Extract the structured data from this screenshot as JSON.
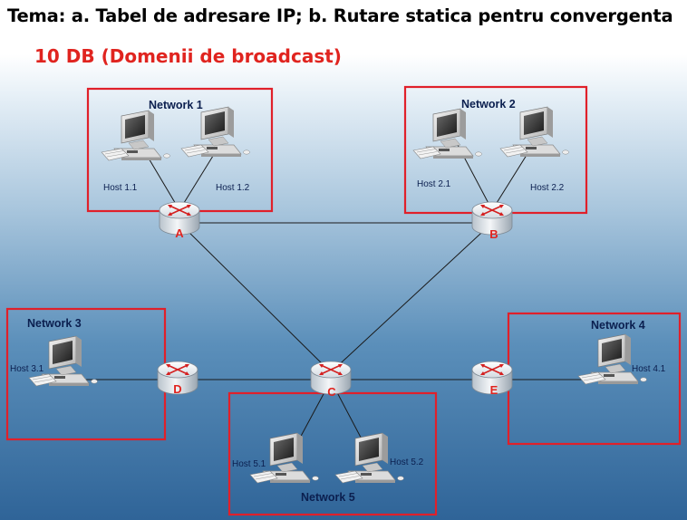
{
  "header": {
    "title": "Tema: a. Tabel de adresare IP; b. Rutare statica pentru convergenta",
    "subtitle": "10 DB (Domenii de broadcast)"
  },
  "colors": {
    "box_border": "#e0202a",
    "router_label": "#e0241f",
    "network_label": "#0b1f4f",
    "link_line": "#1a1a1a"
  },
  "routers": [
    {
      "id": "router-a",
      "label": "A"
    },
    {
      "id": "router-b",
      "label": "B"
    },
    {
      "id": "router-c",
      "label": "C"
    },
    {
      "id": "router-d",
      "label": "D"
    },
    {
      "id": "router-e",
      "label": "E"
    }
  ],
  "networks": [
    {
      "id": "network-1",
      "label": "Network 1",
      "hosts": [
        "Host 1.1",
        "Host 1.2"
      ]
    },
    {
      "id": "network-2",
      "label": "Network 2",
      "hosts": [
        "Host 2.1",
        "Host 2.2"
      ]
    },
    {
      "id": "network-3",
      "label": "Network 3",
      "hosts": [
        "Host 3.1"
      ]
    },
    {
      "id": "network-4",
      "label": "Network 4",
      "hosts": [
        "Host 4.1"
      ]
    },
    {
      "id": "network-5",
      "label": "Network 5",
      "hosts": [
        "Host 5.1",
        "Host 5.2"
      ]
    }
  ]
}
